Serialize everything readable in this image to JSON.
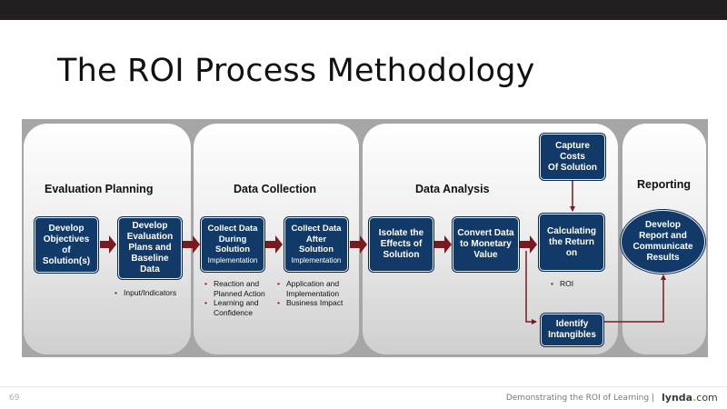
{
  "slide": {
    "title": "The ROI Process Methodology",
    "page_number": "69",
    "footer_text": "Demonstrating the ROI of Learning  |",
    "logo": {
      "name": "lynda",
      "dot": ".",
      "com": "com"
    }
  },
  "phases": {
    "planning": "Evaluation Planning",
    "collection": "Data Collection",
    "analysis": "Data Analysis",
    "reporting": "Reporting"
  },
  "boxes": {
    "objectives": "Develop\nObjectives\nof\nSolution(s)",
    "plans": "Develop\nEvaluation\nPlans and\nBaseline\nData",
    "during_main": "Collect Data\nDuring\nSolution",
    "during_sub": "Implementation",
    "after_main": "Collect Data\nAfter\nSolution",
    "after_sub": "Implementation",
    "isolate": "Isolate the\nEffects of\nSolution",
    "convert": "Convert Data\nto Monetary\nValue",
    "costs": "Capture\nCosts\nOf Solution",
    "calculate": "Calculating\nthe Return\non",
    "intangibles": "Identify\nIntangibles",
    "report": "Develop\nReport and\nCommunicate\nResults"
  },
  "bullets": {
    "planning": [
      "Input/Indicators"
    ],
    "during": [
      "Reaction and",
      "Planned Action",
      "Learning and",
      "Confidence"
    ],
    "after": [
      "Application and",
      "Implementation",
      "Business Impact"
    ],
    "roi": [
      "ROI"
    ]
  },
  "colors": {
    "box_fill": "#123a68",
    "arrow": "#7a1a1e",
    "diagram_bg": "#a6a6a6"
  }
}
